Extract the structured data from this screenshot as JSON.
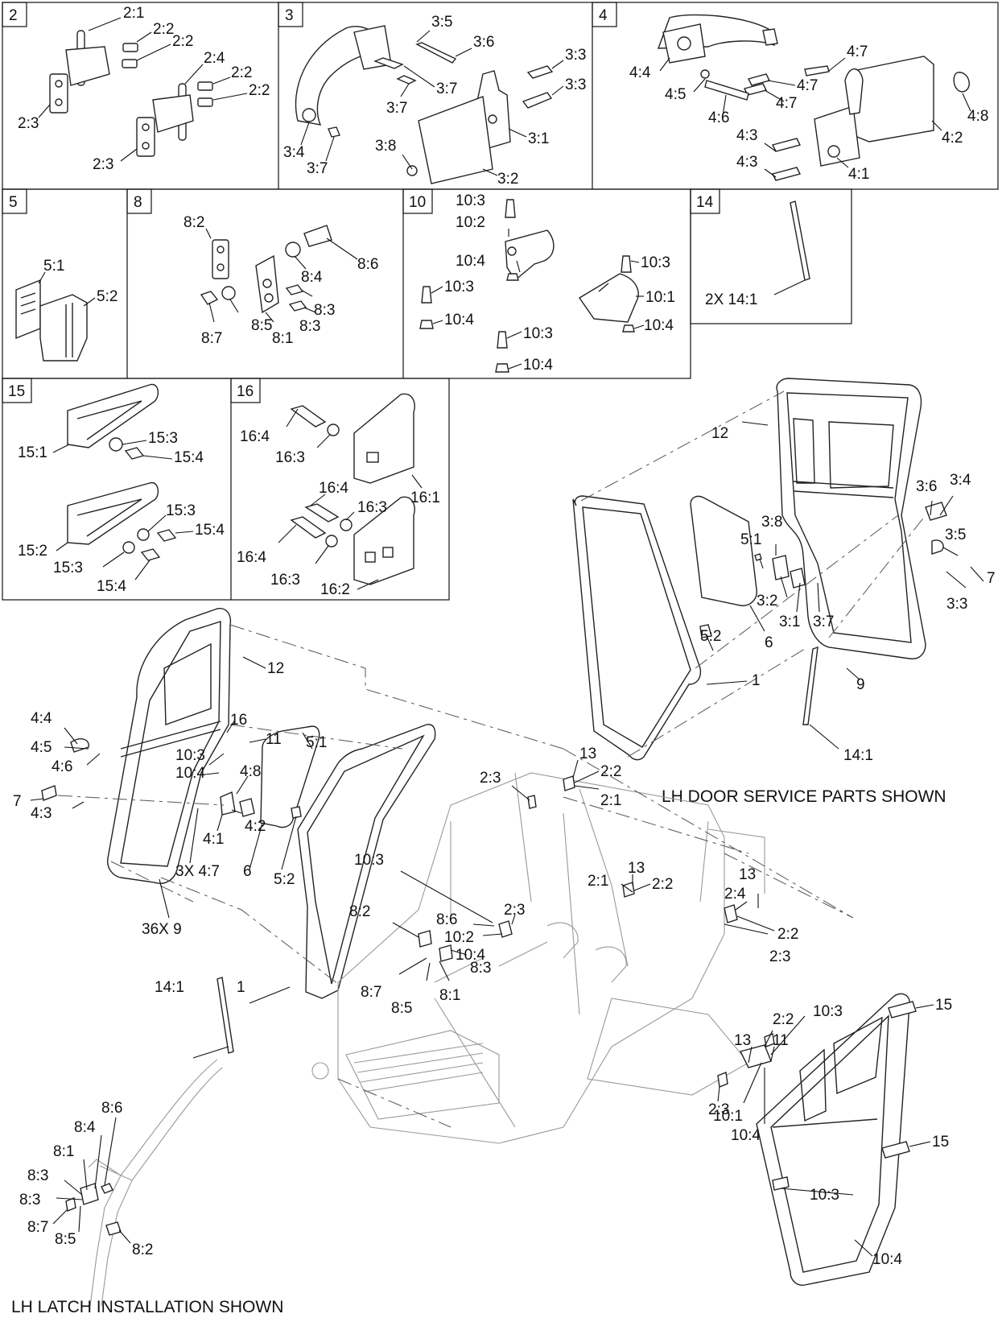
{
  "diagram": {
    "panels": [
      {
        "num": "2",
        "callouts": [
          "2:1",
          "2:2",
          "2:2",
          "2:4",
          "2:2",
          "2:2",
          "2:3",
          "2:3"
        ]
      },
      {
        "num": "3",
        "callouts": [
          "3:5",
          "3:6",
          "3:3",
          "3:3",
          "3:7",
          "3:7",
          "3:4",
          "3:7",
          "3:8",
          "3:1",
          "3:2"
        ]
      },
      {
        "num": "4",
        "callouts": [
          "4:7",
          "4:4",
          "4:7",
          "4:5",
          "4:7",
          "4:6",
          "4:8",
          "4:3",
          "4:2",
          "4:3",
          "4:1"
        ]
      },
      {
        "num": "5",
        "callouts": [
          "5:1",
          "5:2"
        ]
      },
      {
        "num": "8",
        "callouts": [
          "8:2",
          "8:6",
          "8:4",
          "8:3",
          "8:3",
          "8:7",
          "8:5",
          "8:1"
        ]
      },
      {
        "num": "10",
        "callouts": [
          "10:3",
          "10:2",
          "10:4",
          "10:3",
          "10:3",
          "10:1",
          "10:4",
          "10:3",
          "10:4",
          "10:4"
        ]
      },
      {
        "num": "14",
        "callouts": [
          "2X 14:1"
        ]
      },
      {
        "num": "15",
        "callouts": [
          "15:3",
          "15:4",
          "15:1",
          "15:3",
          "15:4",
          "15:2",
          "15:3",
          "15:4"
        ]
      },
      {
        "num": "16",
        "callouts": [
          "16:4",
          "16:3",
          "16:1",
          "16:4",
          "16:3",
          "16:4",
          "16:3",
          "16:2"
        ]
      }
    ],
    "main_callouts": {
      "rh_door": [
        "12",
        "3:6",
        "3:4",
        "3:8",
        "3:5",
        "5:1",
        "3:2",
        "3:1",
        "3:7",
        "3:3",
        "7",
        "5:2",
        "6",
        "1",
        "9",
        "14:1"
      ],
      "lh_door": [
        "12",
        "4:4",
        "4:5",
        "4:6",
        "16",
        "10:3",
        "10:4",
        "11",
        "4:8",
        "5:1",
        "4:2",
        "4:1",
        "7",
        "4:3",
        "3X 4:7",
        "6",
        "5:2",
        "36X 9",
        "14:1",
        "1"
      ],
      "frame": [
        "13",
        "2:2",
        "2:3",
        "2:1",
        "10:3",
        "13",
        "2:1",
        "2:2",
        "13",
        "8:2",
        "8:6",
        "2:3",
        "2:4",
        "10:2",
        "10:4",
        "8:3",
        "2:2",
        "2:3",
        "8:7",
        "8:5",
        "8:1"
      ],
      "front_door": [
        "15",
        "2:2",
        "10:3",
        "13",
        "11",
        "2:3",
        "10:1",
        "10:4",
        "15",
        "10:3",
        "10:4"
      ],
      "latch_detail": [
        "8:6",
        "8:4",
        "8:1",
        "8:3",
        "8:3",
        "8:7",
        "8:5",
        "8:2"
      ]
    },
    "captions": {
      "rh_caption": "LH DOOR SERVICE PARTS SHOWN",
      "latch_caption": "LH LATCH INSTALLATION SHOWN"
    }
  }
}
